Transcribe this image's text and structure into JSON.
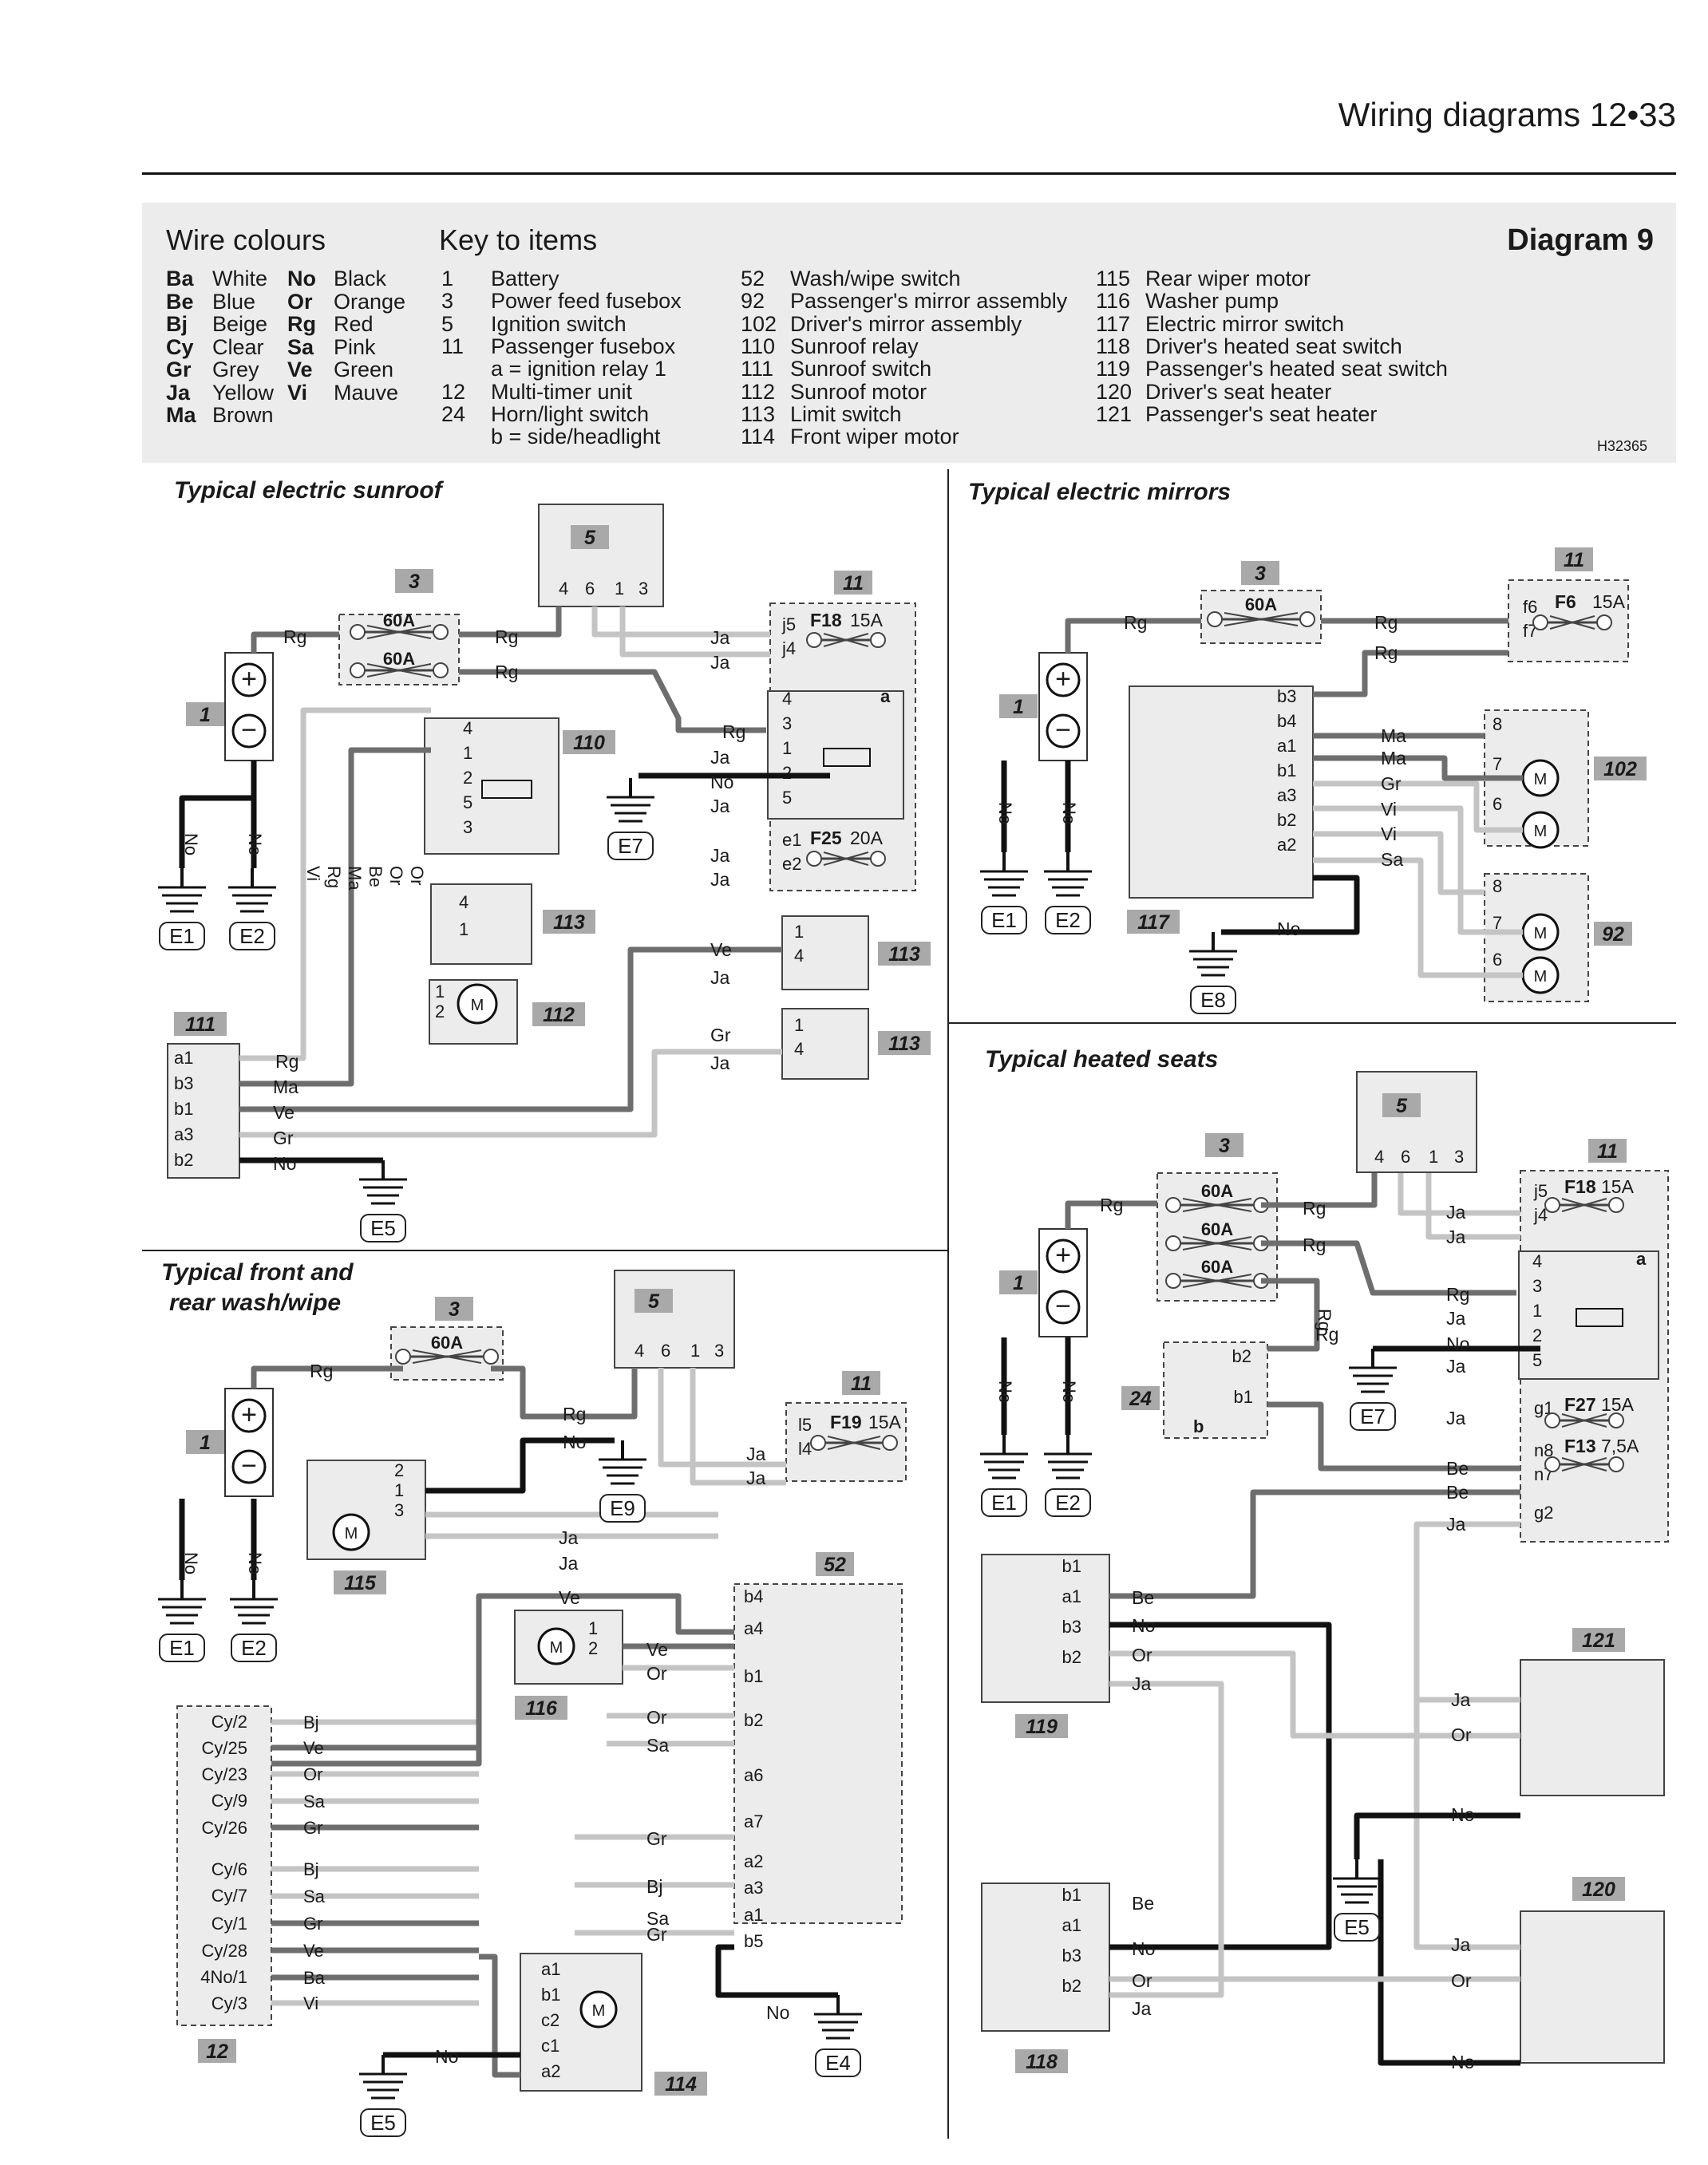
{
  "header": {
    "title": "Wiring diagrams 12•33"
  },
  "key": {
    "diagram_label": "Diagram 9",
    "wire_colours_title": "Wire colours",
    "key_items_title": "Key to items",
    "ref_code": "H32365",
    "wire_colours": [
      {
        "code": "Ba",
        "name": "White"
      },
      {
        "code": "Be",
        "name": "Blue"
      },
      {
        "code": "Bj",
        "name": "Beige"
      },
      {
        "code": "Cy",
        "name": "Clear"
      },
      {
        "code": "Gr",
        "name": "Grey"
      },
      {
        "code": "Ja",
        "name": "Yellow"
      },
      {
        "code": "Ma",
        "name": "Brown"
      },
      {
        "code": "No",
        "name": "Black"
      },
      {
        "code": "Or",
        "name": "Orange"
      },
      {
        "code": "Rg",
        "name": "Red"
      },
      {
        "code": "Sa",
        "name": "Pink"
      },
      {
        "code": "Ve",
        "name": "Green"
      },
      {
        "code": "Vi",
        "name": "Mauve"
      }
    ],
    "items": [
      {
        "n": "1",
        "label": "Battery"
      },
      {
        "n": "3",
        "label": "Power feed fusebox"
      },
      {
        "n": "5",
        "label": "Ignition switch"
      },
      {
        "n": "11",
        "label": "Passenger fusebox"
      },
      {
        "n": "",
        "label": "a = ignition relay 1"
      },
      {
        "n": "12",
        "label": "Multi-timer unit"
      },
      {
        "n": "24",
        "label": "Horn/light switch"
      },
      {
        "n": "",
        "label": "b = side/headlight"
      },
      {
        "n": "52",
        "label": "Wash/wipe switch"
      },
      {
        "n": "92",
        "label": "Passenger's mirror assembly"
      },
      {
        "n": "102",
        "label": "Driver's mirror assembly"
      },
      {
        "n": "110",
        "label": "Sunroof relay"
      },
      {
        "n": "111",
        "label": "Sunroof switch"
      },
      {
        "n": "112",
        "label": "Sunroof motor"
      },
      {
        "n": "113",
        "label": "Limit switch"
      },
      {
        "n": "114",
        "label": "Front wiper motor"
      },
      {
        "n": "115",
        "label": "Rear wiper motor"
      },
      {
        "n": "116",
        "label": "Washer pump"
      },
      {
        "n": "117",
        "label": "Electric mirror switch"
      },
      {
        "n": "118",
        "label": "Driver's heated seat switch"
      },
      {
        "n": "119",
        "label": "Passenger's heated seat switch"
      },
      {
        "n": "120",
        "label": "Driver's seat heater"
      },
      {
        "n": "121",
        "label": "Passenger's seat heater"
      }
    ]
  },
  "sections": {
    "sunroof": "Typical electric sunroof",
    "mirrors": "Typical electric mirrors",
    "washwipe_line1": "Typical front and",
    "washwipe_line2": "rear wash/wipe",
    "seats": "Typical heated seats"
  },
  "colors": {
    "key_panel": "#ececec",
    "tag": "#a9a9a9",
    "wire_dark": "#6e6e6e",
    "wire_light": "#c4c4c4",
    "wire_black": "#111111"
  },
  "diagram": {
    "sunroof": {
      "tags": [
        "3",
        "5",
        "11",
        "1",
        "110",
        "113",
        "113",
        "113",
        "111",
        "112"
      ],
      "fuses": [
        "60A",
        "60A",
        "F18",
        "15A",
        "F25",
        "20A"
      ],
      "ign_pins": [
        "4",
        "6",
        "1",
        "3"
      ],
      "fusebox_pins": [
        "j5",
        "j4",
        "e1",
        "e2"
      ],
      "relay_pins": [
        "4",
        "3",
        "1",
        "2",
        "5",
        "a"
      ],
      "relay110_pins": [
        "4",
        "1",
        "2",
        "5",
        "3"
      ],
      "switch_pins": [
        "a1",
        "b3",
        "b1",
        "a3",
        "b2"
      ],
      "wire_labels": [
        "Rg",
        "Rg",
        "Rg",
        "Ja",
        "Ja",
        "Rg",
        "Ja",
        "No",
        "Ja",
        "Ja",
        "Ja",
        "Ve",
        "Ja",
        "Gr",
        "Ja",
        "Rg",
        "Ma",
        "Ve",
        "Gr",
        "No",
        "No",
        "No"
      ],
      "vertical_labels": [
        "Vi",
        "Rg",
        "Ma",
        "Be",
        "Or",
        "Or"
      ],
      "limit_pins": [
        "4",
        "1",
        "1",
        "4",
        "1",
        "4"
      ],
      "motor_pins": [
        "1",
        "2"
      ],
      "motor": "M",
      "earths": [
        "E1",
        "E2",
        "E7",
        "E5"
      ]
    },
    "mirrors": {
      "tags": [
        "3",
        "11",
        "1",
        "117",
        "102",
        "92"
      ],
      "fuses": [
        "60A",
        "F6",
        "15A"
      ],
      "fusebox_pins": [
        "f6",
        "f7"
      ],
      "switch_pins": [
        "b3",
        "b4",
        "a1",
        "b1",
        "a3",
        "b2",
        "a2"
      ],
      "wire_labels": [
        "Rg",
        "Rg",
        "Rg",
        "Ma",
        "Ma",
        "Gr",
        "Vi",
        "Vi",
        "Sa",
        "No",
        "No",
        "No"
      ],
      "motor_pins": [
        "8",
        "7",
        "6",
        "8",
        "7",
        "6"
      ],
      "motor": "M",
      "earths": [
        "E1",
        "E2",
        "E8"
      ]
    },
    "washwipe": {
      "tags": [
        "3",
        "5",
        "11",
        "1",
        "115",
        "116",
        "52",
        "12",
        "114"
      ],
      "fuses": [
        "60A",
        "F19",
        "15A"
      ],
      "ign_pins": [
        "4",
        "6",
        "1",
        "3"
      ],
      "fusebox_pins": [
        "l5",
        "l4"
      ],
      "rear_motor_pins": [
        "2",
        "1",
        "3"
      ],
      "pump_pins": [
        "1",
        "2"
      ],
      "switch_pins": [
        "b4",
        "a4",
        "b1",
        "b2",
        "a6",
        "a7",
        "a2",
        "a3",
        "a1",
        "b5"
      ],
      "timer_pins": [
        "Cy/2",
        "Cy/25",
        "Cy/23",
        "Cy/9",
        "Cy/26",
        "Cy/6",
        "Cy/7",
        "Cy/1",
        "Cy/28",
        "4No/1",
        "Cy/3"
      ],
      "timer_wires": [
        "Bj",
        "Ve",
        "Or",
        "Sa",
        "Gr",
        "Bj",
        "Sa",
        "Gr",
        "Ve",
        "Ba",
        "Vi"
      ],
      "wire_labels": [
        "Rg",
        "Rg",
        "No",
        "Ja",
        "Ja",
        "Ja",
        "Ja",
        "Ve",
        "Ve",
        "Or",
        "Or",
        "Sa",
        "Gr",
        "Bj",
        "Sa",
        "Gr",
        "No",
        "No",
        "No",
        "No"
      ],
      "front_motor_pins": [
        "a1",
        "b1",
        "c2",
        "c1",
        "a2"
      ],
      "motor": "M",
      "earths": [
        "E1",
        "E2",
        "E9",
        "E4",
        "E5"
      ]
    },
    "seats": {
      "tags": [
        "5",
        "3",
        "11",
        "1",
        "24",
        "119",
        "121",
        "118",
        "120"
      ],
      "fuses": [
        "60A",
        "60A",
        "60A",
        "F18",
        "15A",
        "F27",
        "15A",
        "F13",
        "7,5A"
      ],
      "ign_pins": [
        "4",
        "6",
        "1",
        "3"
      ],
      "fusebox_pins": [
        "j5",
        "j4",
        "g1",
        "n8",
        "n7",
        "g2"
      ],
      "relay_pins": [
        "4",
        "3",
        "1",
        "2",
        "5",
        "a"
      ],
      "horn_pins": [
        "b2",
        "b1",
        "b"
      ],
      "switch_pins": [
        "b1",
        "a1",
        "b3",
        "b2"
      ],
      "wire_labels": [
        "Rg",
        "Rg",
        "Rg",
        "Rg",
        "Ja",
        "Ja",
        "Rg",
        "Ja",
        "No",
        "Ja",
        "Ja",
        "Be",
        "Be",
        "Ja",
        "Be",
        "No",
        "Or",
        "Ja",
        "Ja",
        "Or",
        "No",
        "Be",
        "No",
        "Or",
        "Ja",
        "Ja",
        "Or",
        "No",
        "No",
        "No"
      ],
      "earths": [
        "E1",
        "E2",
        "E7",
        "E5"
      ]
    }
  }
}
